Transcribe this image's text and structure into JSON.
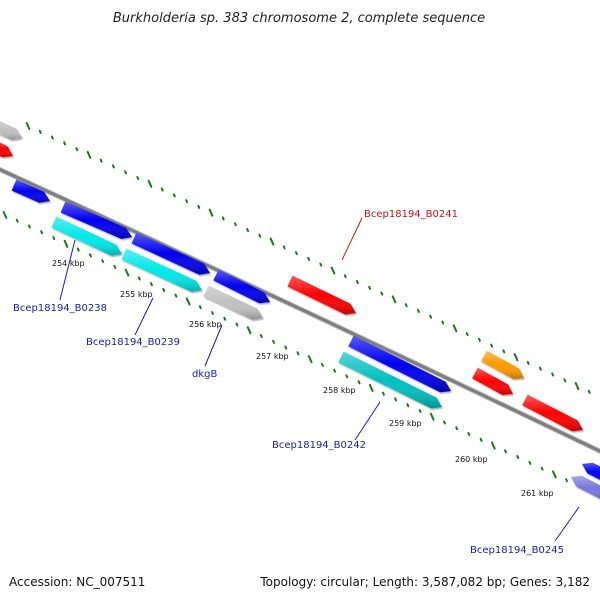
{
  "title": "Burkholderia sp. 383 chromosome 2, complete sequence",
  "footer": {
    "accession": "Accession: NC_007511",
    "topology": "Topology: circular; Length: 3,587,082 bp; Genes: 3,182"
  },
  "colors": {
    "backbone": "#8c8c8c",
    "tick": "#1a7a1a",
    "label_blue": "#1a1ab4",
    "label_red": "#cc1111",
    "red": "#ff0000",
    "blue": "#0000ee",
    "cyan": "#00e8e8",
    "teal": "#00c0c0",
    "gray": "#c0c0c0",
    "orange": "#ff9900",
    "purple": "#7777dd"
  },
  "kbp_labels": [
    "254 kbp",
    "255 kbp",
    "256 kbp",
    "257 kbp",
    "258 kbp",
    "259 kbp",
    "260 kbp",
    "261 kbp"
  ],
  "gene_labels": [
    {
      "text": "Bcep18194_B0238",
      "color": "blue"
    },
    {
      "text": "Bcep18194_B0239",
      "color": "blue"
    },
    {
      "text": "dkgB",
      "color": "blue"
    },
    {
      "text": "Bcep18194_B0241",
      "color": "red"
    },
    {
      "text": "Bcep18194_B0242",
      "color": "blue"
    },
    {
      "text": "Bcep18194_B0245",
      "color": "blue"
    }
  ]
}
